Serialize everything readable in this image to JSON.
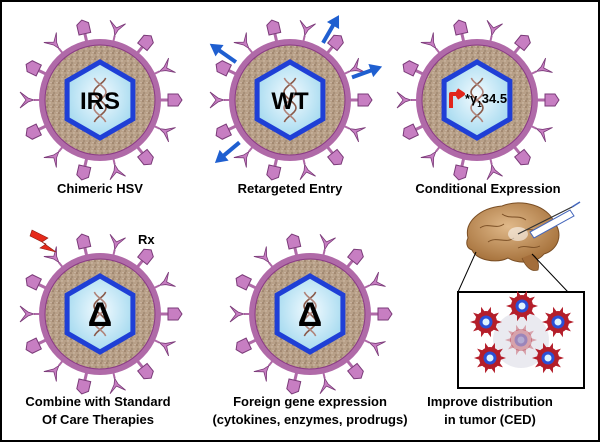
{
  "panels": [
    {
      "core": "IRS",
      "caption": [
        "Chimeric HSV"
      ]
    },
    {
      "core": "WT",
      "caption": [
        "Retargeted Entry"
      ]
    },
    {
      "core": "*γ",
      "core_sub": "1",
      "core_tail": "34.5",
      "caption": [
        "Conditional Expression"
      ]
    },
    {
      "core": "Δ",
      "caption": [
        "Combine with Standard",
        "Of Care Therapies"
      ],
      "annotation": "Rx"
    },
    {
      "core": "Δ",
      "caption": [
        "Foreign gene  expression",
        "(cytokines, enzymes, prodrugs)"
      ]
    },
    {
      "caption": [
        "Improve distribution",
        "in tumor (CED)"
      ]
    }
  ],
  "colors": {
    "envelope": "#b06aa8",
    "tegument": "#b49a80",
    "capsid": "#1f3fd6",
    "arrow": "#1f5fd0",
    "lightning": "#e52a1a",
    "promoter": "#e1261c"
  }
}
